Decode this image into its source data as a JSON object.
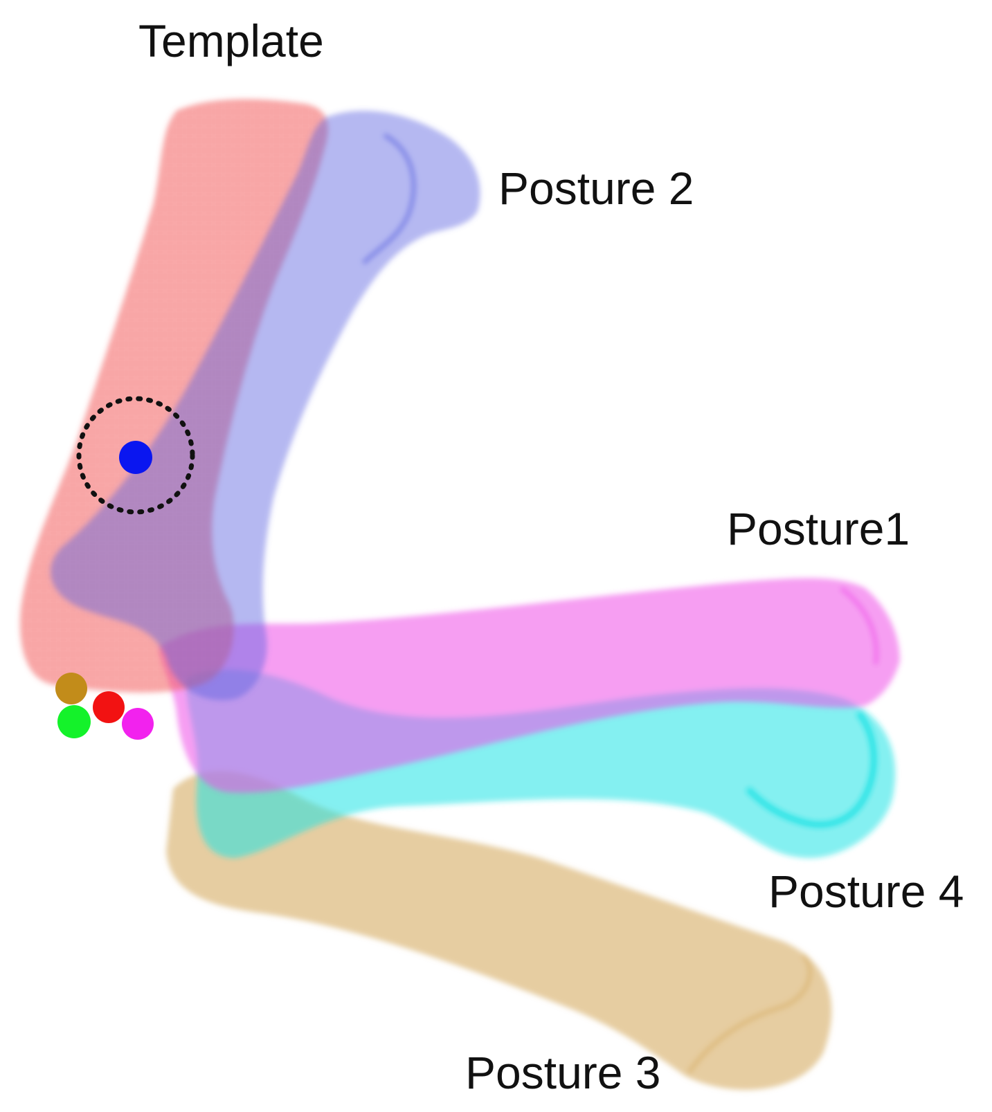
{
  "labels": {
    "template": "Template",
    "posture2": "Posture 2",
    "posture1": "Posture1",
    "posture4": "Posture 4",
    "posture3": "Posture 3"
  },
  "colors": {
    "template": "#f25a5a",
    "posture2": "#5a62e0",
    "posture1": "#ee4ee8",
    "posture4": "#22e3e6",
    "posture3": "#d8b26e",
    "marker_blue": "#0a16f0",
    "marker_brown": "#c28c1a",
    "marker_red": "#f21212",
    "marker_green": "#14f22a",
    "marker_magenta": "#f222ee"
  },
  "markers": [
    {
      "name": "blue-marker",
      "color": "blue",
      "highlighted": true
    },
    {
      "name": "brown-marker",
      "color": "brown"
    },
    {
      "name": "red-marker",
      "color": "red"
    },
    {
      "name": "green-marker",
      "color": "green"
    },
    {
      "name": "magenta-marker",
      "color": "magenta"
    }
  ]
}
